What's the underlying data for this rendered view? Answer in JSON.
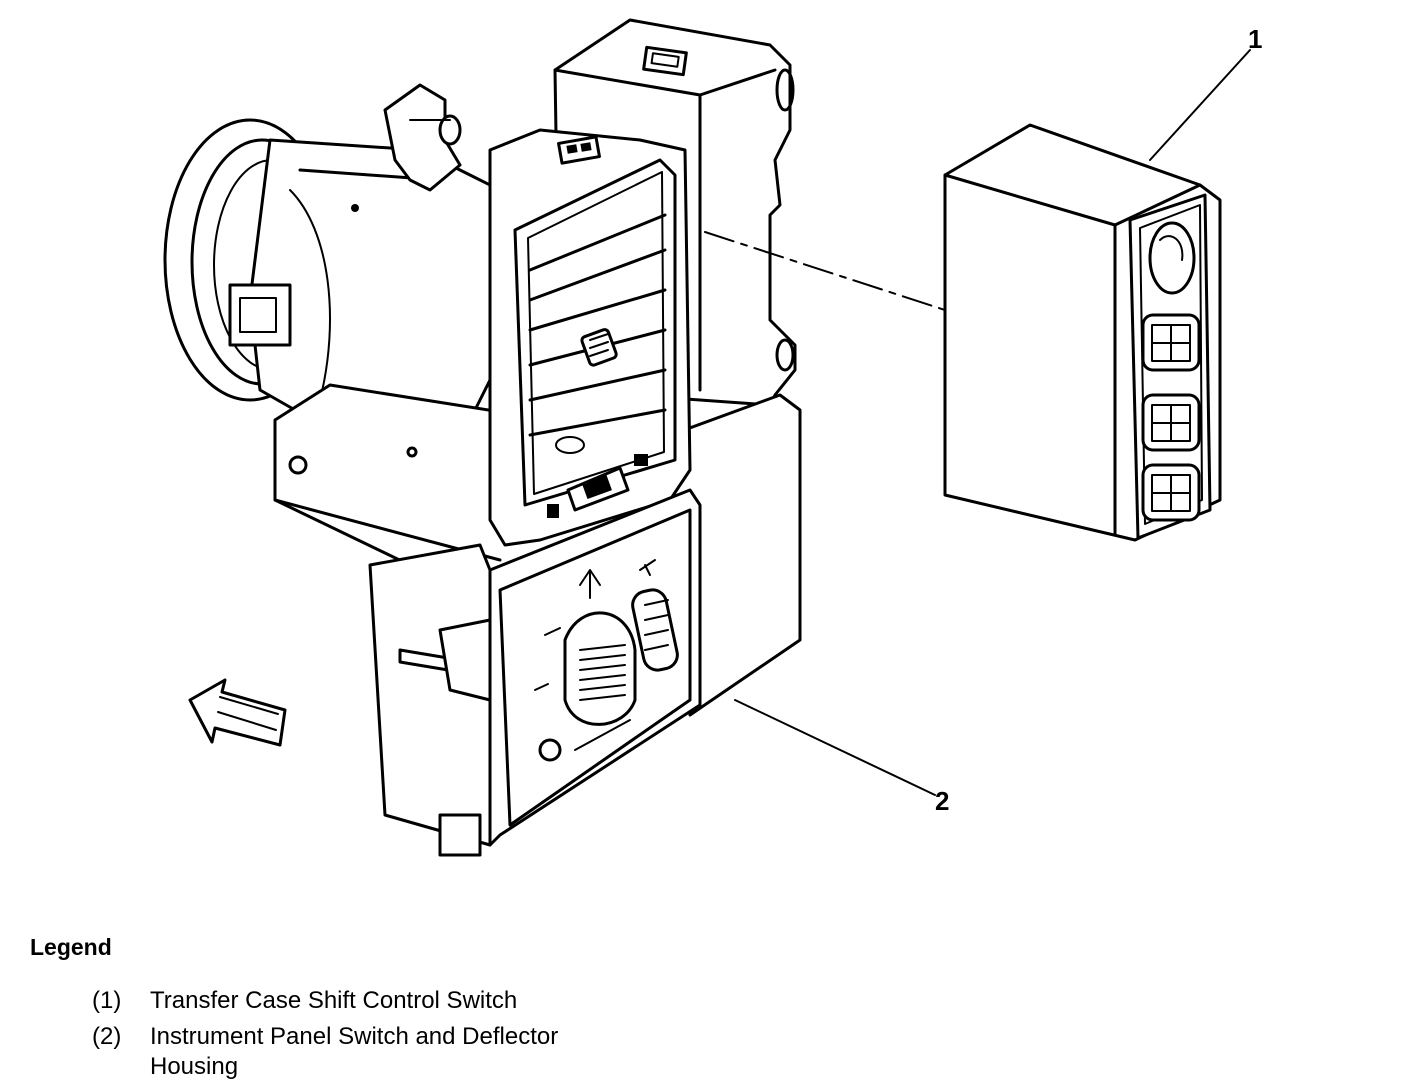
{
  "diagram": {
    "callouts": [
      {
        "id": "1",
        "label": "1"
      },
      {
        "id": "2",
        "label": "2"
      }
    ]
  },
  "legend": {
    "title": "Legend",
    "items": [
      {
        "num": "(1)",
        "text": "Transfer Case Shift Control Switch"
      },
      {
        "num": "(2)",
        "text": "Instrument Panel Switch and Deflector Housing"
      }
    ]
  }
}
